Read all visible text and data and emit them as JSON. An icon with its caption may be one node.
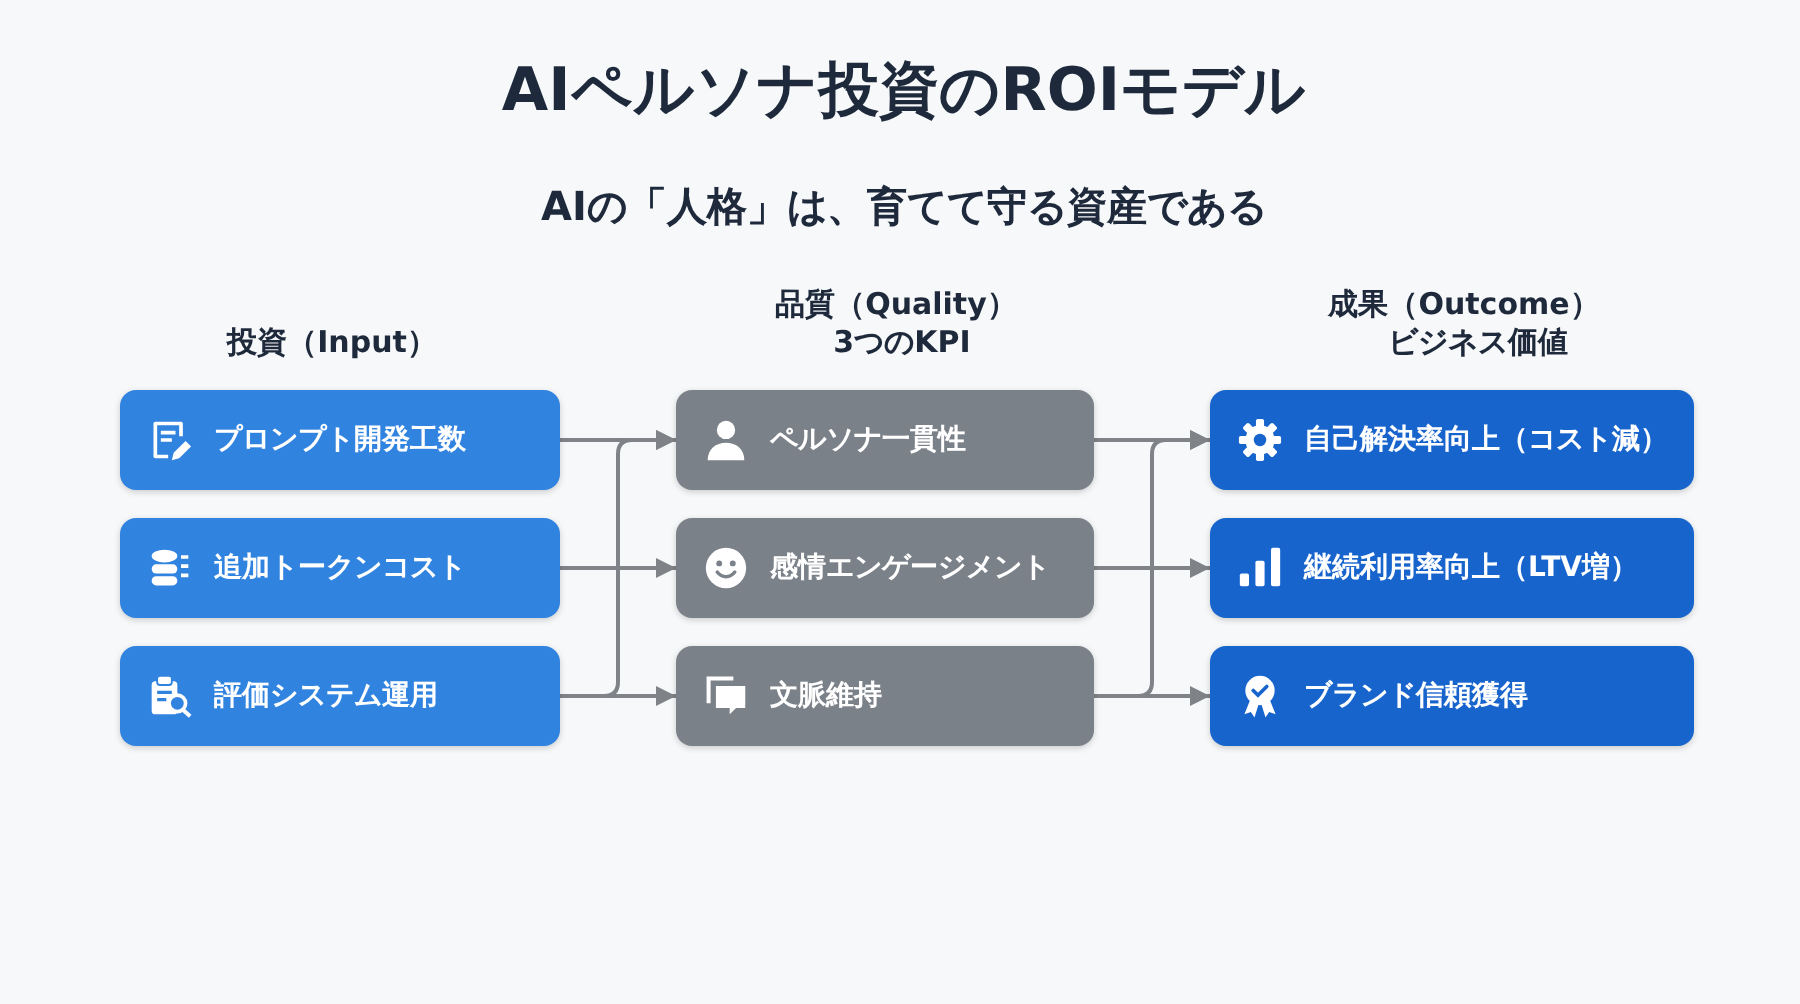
{
  "diagram": {
    "title": "AIペルソナ投資のROIモデル",
    "nodes": [
      {
        "text": [
          "プロンプト開発工数"
        ]
      },
      {
        "text": [
          "追加トークンコスト"
        ]
      },
      {
        "text": [
          "評価システム運用"
        ]
      },
      {
        "text": [
          "ペルソナ一貫性"
        ]
      },
      {
        "text": [
          "感情エンゲージメント"
        ]
      },
      {
        "text": [
          "文脈維持"
        ]
      },
      {
        "text": [
          "自己解決率向上（コスト減）"
        ]
      },
      {
        "text": [
          "継続利用率向上（LTV増）"
        ]
      },
      {
        "text": [
          "ブランド信頼獲得"
        ]
      }
    ],
    "edges": [
      {
        "from": 0,
        "to": 3,
        "arrow": "to"
      },
      {
        "from": 1,
        "to": 4,
        "arrow": "to"
      },
      {
        "from": 2,
        "to": 5,
        "arrow": "to"
      },
      {
        "from": 2,
        "to": 3,
        "arrow": "to"
      },
      {
        "from": 3,
        "to": 6,
        "arrow": "to"
      },
      {
        "from": 4,
        "to": 7,
        "arrow": "to"
      },
      {
        "from": 5,
        "to": 8,
        "arrow": "to"
      },
      {
        "from": 5,
        "to": 6,
        "arrow": "to"
      }
    ],
    "labels": [
      "AIの「人格」は、育てて守る資産である",
      "投資（Input）",
      "品質（Quality）",
      "3つのKPI",
      "成果（Outcome）",
      "ビジネス価値"
    ]
  }
}
